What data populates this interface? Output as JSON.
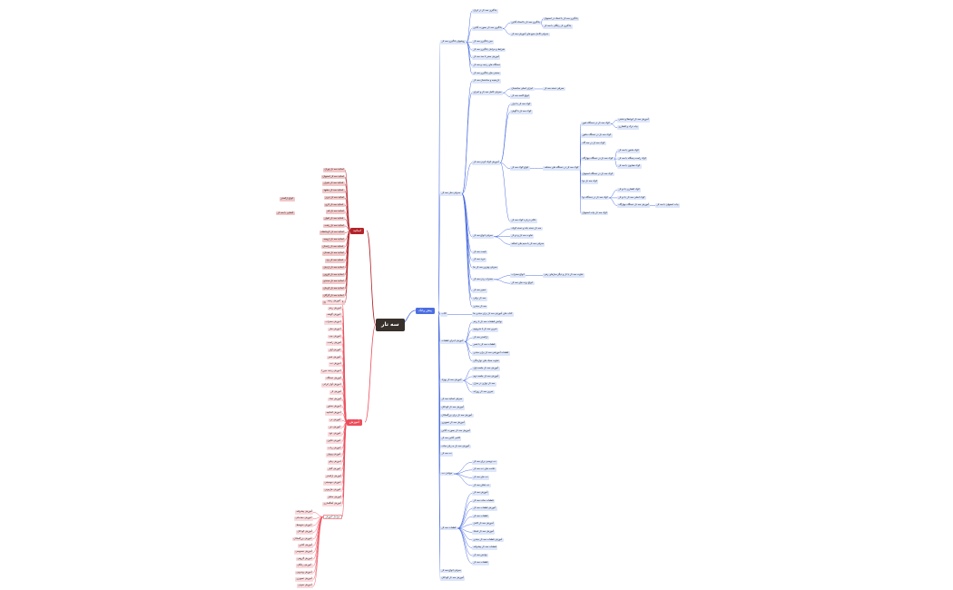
{
  "root": "سه تار",
  "colors": {
    "blue": "#4c6ee0",
    "red": "#b3232a",
    "pink": "#ec4d5b",
    "root": "#37302b"
  },
  "right": {
    "title": "پیش وانک",
    "nodes": [
      {
        "id": "b1",
        "t": "یادگیری سه تار در ایران",
        "p": "b4"
      },
      {
        "id": "b2",
        "t": "یادگیری سه تار با استاد آنلاین",
        "p": "b3"
      },
      {
        "id": "b3",
        "t": "یادگیری سه تار بصورت آنلاین",
        "p": "b4"
      },
      {
        "id": "b2a",
        "t": "یادگیری سه تار با استاد در اصفهان",
        "p": "b2"
      },
      {
        "id": "b2b",
        "t": "یادگیری تار رایگان با سه تار",
        "p": "b2"
      },
      {
        "id": "b2c",
        "t": "معرفی کامل منبع های آموزش سه تار",
        "p": "b3"
      },
      {
        "id": "b4",
        "t": "روشهای یادگیری سه تار",
        "p": "R"
      },
      {
        "id": "b5",
        "t": "سن یادگیری سه تار",
        "p": "b4"
      },
      {
        "id": "b6",
        "t": "شرایط و مراحل یادگیری سه تار",
        "p": "b4"
      },
      {
        "id": "b7",
        "t": "آموزش صفر تا صد سه تار",
        "p": "b4"
      },
      {
        "id": "b8",
        "t": "دستگاه های ردیف و سه تار",
        "p": "b4"
      },
      {
        "id": "b9",
        "t": "سختی های یادگیری سه تار",
        "p": "b4"
      },
      {
        "id": "b10",
        "t": "تاریخچه و ساختمان سه تار",
        "p": "b18"
      },
      {
        "id": "b11",
        "t": "معرفی کامل سه تار و اجزای",
        "p": "b18"
      },
      {
        "id": "b11a",
        "t": "اجزای اصلی ساختمان",
        "p": "b11"
      },
      {
        "id": "b11b",
        "t": "معرفی دسته سه تار",
        "p": "b11a"
      },
      {
        "id": "b11c",
        "t": "انواع کاسه سه تار",
        "p": "b11"
      },
      {
        "id": "b12",
        "t": "کوک سه تار با ابزار",
        "p": "b13"
      },
      {
        "id": "b12a",
        "t": "کوک سه تار با گوش",
        "p": "b13"
      },
      {
        "id": "b13",
        "t": "آموزش کوک کردن سه تار",
        "p": "b18"
      },
      {
        "id": "b13a",
        "t": "انواع کوک سه تار",
        "p": "b13"
      },
      {
        "id": "b13b",
        "t": "کوک سه تار در دستگاه های مختلف",
        "p": "b13a"
      },
      {
        "id": "b14",
        "t": "کوک سه تار در دستگاه شور",
        "p": "b13b"
      },
      {
        "id": "b14a",
        "t": "آموزش سه تار ابوعطا و دشتی",
        "p": "b14"
      },
      {
        "id": "b14b",
        "t": "بیات ترک و افشاری",
        "p": "b14"
      },
      {
        "id": "b15",
        "t": "کوک سه تار در دستگاه ماهور",
        "p": "b13b"
      },
      {
        "id": "b15a",
        "t": "کوک سه تار در سه گاه",
        "p": "b13b"
      },
      {
        "id": "b16",
        "t": "کوک سه تار در دستگاه چهارگاه",
        "p": "b13b"
      },
      {
        "id": "b16a",
        "t": "کوک ماهور با سه تار",
        "p": "b16"
      },
      {
        "id": "b16b",
        "t": "کوک راست پنجگاه با سه تار",
        "p": "b16"
      },
      {
        "id": "b16c",
        "t": "کوک همایون با سه تار",
        "p": "b16"
      },
      {
        "id": "b17",
        "t": "کوک سه تار در دستگاه اصفهان",
        "p": "b13b"
      },
      {
        "id": "b17a",
        "t": "کوک سه تار نوا",
        "p": "b13b"
      },
      {
        "id": "b17b",
        "t": "کوک سه تار در دستگاه نوا",
        "p": "b13b"
      },
      {
        "id": "b17c",
        "t": "کوک افشاری با دو تار",
        "p": "b17b"
      },
      {
        "id": "b17d",
        "t": "کوک اصلی سه تار با دو تار",
        "p": "b17b"
      },
      {
        "id": "b17e",
        "t": "آموزش سه تار دستگاه چهارگاه",
        "p": "b17b"
      },
      {
        "id": "b17f",
        "t": "بیات اصفهان با سه تار",
        "p": "b17e"
      },
      {
        "id": "b17g",
        "t": "کوک سه تار بیات اصفهان",
        "p": "b13b"
      },
      {
        "id": "b18",
        "t": "معرفی ساز سه تار",
        "p": "R"
      },
      {
        "id": "b19",
        "t": "نکاتی درباره کوک سه تار",
        "p": "b13"
      },
      {
        "id": "b20",
        "t": "معرفی انواع سه تار",
        "p": "b18"
      },
      {
        "id": "b20a",
        "t": "سه تار دسته بلند و دسته کوتاه",
        "p": "b20"
      },
      {
        "id": "b20b",
        "t": "تفاوت سه تار و دو تار",
        "p": "b20"
      },
      {
        "id": "b20c",
        "t": "معرفی سه تار با سیم های اضافه",
        "p": "b20"
      },
      {
        "id": "b21",
        "t": "قیمت سه تار",
        "p": "b18"
      },
      {
        "id": "b21a",
        "t": "خرید سه تار",
        "p": "b18"
      },
      {
        "id": "b21b",
        "t": "معرفی بهترین سه تار ها",
        "p": "b18"
      },
      {
        "id": "b22",
        "t": "مضراب زدن سه تار",
        "p": "b18"
      },
      {
        "id": "b22a",
        "t": "انواع مضراب",
        "p": "b22"
      },
      {
        "id": "b22b",
        "t": "تفاوت سه تار با تار و دیگر سازهای زهی",
        "p": "b22a"
      },
      {
        "id": "b22c",
        "t": "انواع پرده های سه تار",
        "p": "b22"
      },
      {
        "id": "b23",
        "t": "تعمیر سه تار",
        "p": "b18"
      },
      {
        "id": "b23a",
        "t": "سه تار برقی",
        "p": "b18"
      },
      {
        "id": "b23b",
        "t": "سه تار مبتدی",
        "p": "b18"
      },
      {
        "id": "b24",
        "t": "کتاب",
        "p": "R"
      },
      {
        "id": "b24a",
        "t": "کتاب های آموزش سه تار برای مبتدی ها",
        "p": "b24"
      },
      {
        "id": "b25",
        "t": "آموزش اجرای قطعات",
        "p": "R"
      },
      {
        "id": "b25a",
        "t": "نواختن قطعات سه تار با ریتم",
        "p": "b25"
      },
      {
        "id": "b25b",
        "t": "تمرین سه تار با مترونوم",
        "p": "b25"
      },
      {
        "id": "b25c",
        "t": "ارکستر سه تار",
        "p": "b25"
      },
      {
        "id": "b25d",
        "t": "قطعات سه تار با شعر",
        "p": "b25"
      },
      {
        "id": "b25e",
        "t": "قطعات آموزشی سه تار برای مبتدی",
        "p": "b25"
      },
      {
        "id": "b25f",
        "t": "تفاوت سبک های نوازندگی",
        "p": "b25"
      },
      {
        "id": "b26",
        "t": "آموزش سه تار بهزاد",
        "p": "R"
      },
      {
        "id": "b26a",
        "t": "آموزش سه تار جلسه اول",
        "p": "b26"
      },
      {
        "id": "b26b",
        "t": "آموزش سه تار جلسه دوم",
        "p": "b26"
      },
      {
        "id": "b26c",
        "t": "سه تار نوازی در منزل",
        "p": "b26"
      },
      {
        "id": "b26d",
        "t": "تمرین سه تار روزانه",
        "p": "b26"
      },
      {
        "id": "b27",
        "t": "معرفی اساتید سه تار",
        "p": "R"
      },
      {
        "id": "b28",
        "t": "آموزش سه تار کودکان",
        "p": "R"
      },
      {
        "id": "b29",
        "t": "آموزش سه تار برای بزرگسالان",
        "p": "R"
      },
      {
        "id": "b30",
        "t": "آموزش سه تار تصویری",
        "p": "R"
      },
      {
        "id": "b31",
        "t": "آموزش سه تار بصورت آنلاین",
        "p": "R"
      },
      {
        "id": "b32",
        "t": "کلاس آنلاین سه تار",
        "p": "R"
      },
      {
        "id": "b33",
        "t": "آموزش سه تار به زبان ساده",
        "p": "R"
      },
      {
        "id": "b34",
        "t": "نت سه تار",
        "p": "R"
      },
      {
        "id": "b35",
        "t": "خواندن نت",
        "p": "R"
      },
      {
        "id": "b35a",
        "t": "نت نویسی برای سه تار",
        "p": "b35"
      },
      {
        "id": "b35b",
        "t": "علامت های نت سه تار",
        "p": "b35"
      },
      {
        "id": "b35c",
        "t": "نت های سه تار",
        "p": "b35"
      },
      {
        "id": "b35d",
        "t": "نت شکن سه تار",
        "p": "b35"
      },
      {
        "id": "b36",
        "t": "قطعات سه تار",
        "p": "R"
      },
      {
        "id": "b36a",
        "t": "آموزش سه تار",
        "p": "b36"
      },
      {
        "id": "b36b",
        "t": "قطعات ساده سه تار",
        "p": "b36"
      },
      {
        "id": "b36c",
        "t": "آموزش قطعات سه تار",
        "p": "b36"
      },
      {
        "id": "b36d",
        "t": "قطعات سه تار",
        "p": "b36"
      },
      {
        "id": "b36e",
        "t": "آموزش سه تار کامل",
        "p": "b36"
      },
      {
        "id": "b36f",
        "t": "آموزش سه تار استاد",
        "p": "b36"
      },
      {
        "id": "b36g",
        "t": "آموزش قطعات سه تار مبتدی",
        "p": "b36"
      },
      {
        "id": "b36h",
        "t": "قطعات سه تار پیشرفته",
        "p": "b36"
      },
      {
        "id": "b36i",
        "t": "نواختن سه تار",
        "p": "b36"
      },
      {
        "id": "b36j",
        "t": "قطعات سه تار",
        "p": "b36"
      },
      {
        "id": "b37",
        "t": "معرفی انواع سه تار",
        "p": "R"
      },
      {
        "id": "b38",
        "t": "آموزش سه تار کودکان",
        "p": "R"
      }
    ]
  },
  "left_red": {
    "title": "اساتید",
    "items": [
      "اساتید سه تار تهران",
      "اساتید سه تار اصفهان",
      "اساتید سه تار شیراز",
      "اساتید سه تار مشهد",
      "اساتید سه تار تبریز",
      "اساتید سه تار کرج",
      "اساتید سه تار قم",
      "اساتید سه تار اهواز",
      "اساتید سه تار رشت",
      "اساتید سه تار کرمانشاه",
      "اساتید سه تار ارومیه",
      "اساتید سه تار زاهدان",
      "اساتید سه تار همدان",
      "اساتید سه تار یزد",
      "اساتید سه تار اردبیل",
      "اساتید سه تار قزوین",
      "اساتید سه تار سنندج",
      "اساتید سه تار کرمان",
      "اساتید سه تار گرگان",
      "اساتید سه تار ساری"
    ],
    "extra": [
      "انواع ارکستر",
      "آشنایی با سه تار"
    ]
  },
  "left_pink": {
    "title": "آموزش",
    "items": [
      "آموزش ردیف",
      "آموزش ریتم",
      "آموزش گوشه",
      "آموزش مضراب",
      "آموزش ساز",
      "آموزش چپ",
      "آموزش راست",
      "آموزش آواز",
      "آموزش شعر",
      "آموزش نت",
      "آموزش ردیف میرزا",
      "آموزش دستگاه",
      "آموزش آواز ایرانی",
      "آموزش تار",
      "آموزش تنبک",
      "آموزش سنتور",
      "آموزش کمانچه",
      "آموزش نی",
      "آموزش دف",
      "آموزش عود",
      "آموزش قانون",
      "آموزش رباب",
      "آموزش ویولن",
      "آموزش پیانو",
      "آموزش گیتار",
      "آموزش ارکستر",
      "آموزش موسیقی",
      "آموزش هارمونی",
      "آموزش سلفژ",
      "آموزش آهنگسازی"
    ],
    "sub": [
      "آموزش پیشرفته",
      "آموزش مقدماتی",
      "آموزش متوسط",
      "آموزش کودکان",
      "آموزش بزرگسالان",
      "آموزش آنلاین",
      "آموزش خصوصی",
      "آموزش گروهی",
      "آموزش رایگان",
      "آموزش ویدیویی",
      "آموزش تصویری",
      "آموزش صوتی"
    ]
  }
}
